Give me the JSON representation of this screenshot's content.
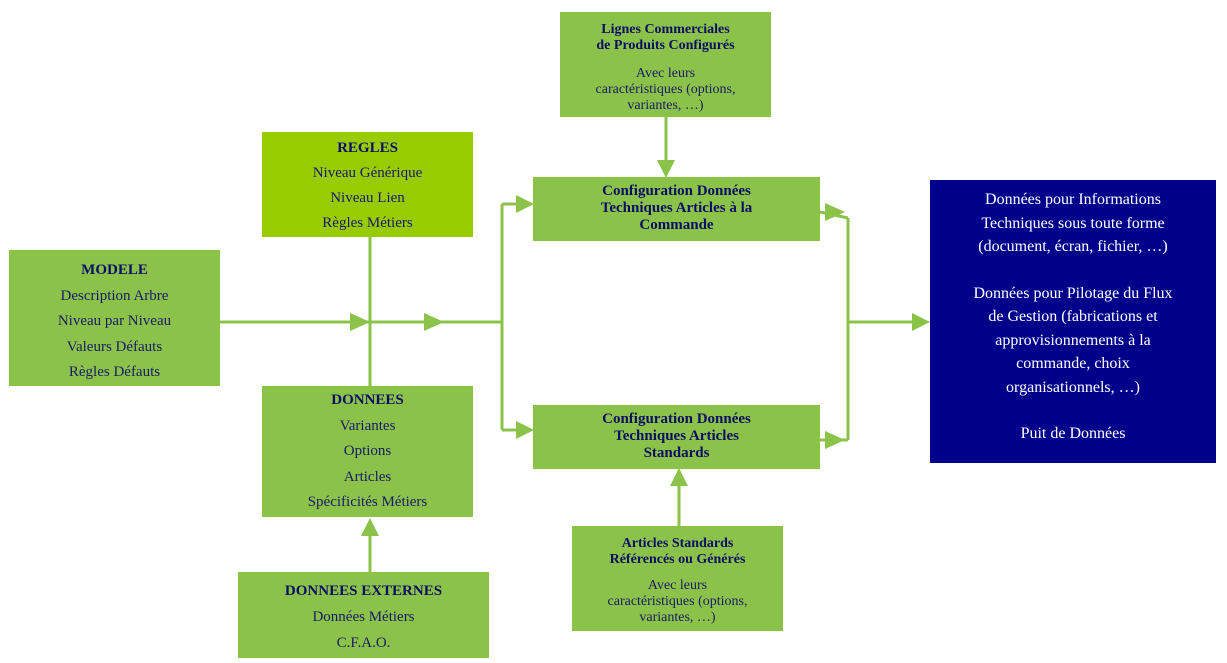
{
  "colors": {
    "box_green": "#8bc34a",
    "box_lime": "#99cc00",
    "box_navy": "#00008b",
    "text_navy": "#0d0d66",
    "connector": "#8bc34a"
  },
  "boxes": {
    "lignes": {
      "title_lines": [
        "Lignes Commerciales",
        "de Produits Configurés"
      ],
      "body_lines": [
        "Avec leurs",
        "caractéristiques (options,",
        "variantes, …)"
      ]
    },
    "regles": {
      "title": "REGLES",
      "lines": [
        "Niveau Générique",
        "Niveau Lien",
        "Règles Métiers"
      ]
    },
    "modele": {
      "title": "MODELE",
      "lines": [
        "Description Arbre",
        "Niveau par Niveau",
        "Valeurs Défauts",
        "Règles Défauts"
      ]
    },
    "donnees": {
      "title": "DONNEES",
      "lines": [
        "Variantes",
        "Options",
        "Articles",
        "Spécificités Métiers"
      ]
    },
    "donnees_externes": {
      "title": "DONNEES EXTERNES",
      "lines": [
        "Données Métiers",
        "C.F.A.O."
      ]
    },
    "config_commande": {
      "title_lines": [
        "Configuration Données",
        "Techniques Articles à la",
        "Commande"
      ]
    },
    "config_standards": {
      "title_lines": [
        "Configuration Données",
        "Techniques Articles",
        "Standards"
      ]
    },
    "articles_standards": {
      "title_lines": [
        "Articles Standards",
        "Référencés ou Générés"
      ],
      "body_lines": [
        "Avec leurs",
        "caractéristiques (options,",
        "variantes, …)"
      ]
    },
    "output": {
      "para1": [
        "Données pour Informations",
        "Techniques sous toute forme",
        "(document, écran, fichier, …)"
      ],
      "para2": [
        "Données pour Pilotage du Flux",
        "de Gestion (fabrications et",
        "approvisionnements à la",
        "commande, choix",
        "organisationnels, …)"
      ],
      "footer": "Puit de Données"
    }
  }
}
